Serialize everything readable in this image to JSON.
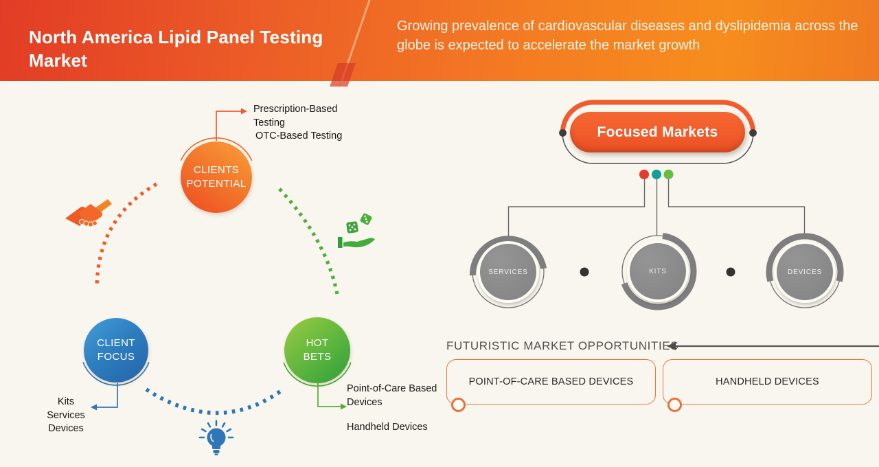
{
  "header": {
    "title": "North America Lipid Panel Testing Market",
    "subtitle": "Growing prevalence of cardiovascular diseases and dyslipidemia across the globe is expected to accelerate the market growth"
  },
  "left_diagram": {
    "clients_potential": {
      "label": "CLIENTS\nPOTENTIAL",
      "items": [
        "Prescription-Based Testing",
        "OTC-Based Testing"
      ]
    },
    "client_focus": {
      "label": "CLIENT\nFOCUS",
      "items": [
        "Kits",
        "Services",
        "Devices"
      ]
    },
    "hot_bets": {
      "label": "HOT\nBETS",
      "items": [
        "Point-of-Care Based Devices",
        "Handheld Devices"
      ]
    },
    "icons": [
      "handshake-icon",
      "dice-in-hand-icon",
      "lightbulb-icon"
    ]
  },
  "focused_markets": {
    "title": "Focused Markets",
    "segments": [
      {
        "label": "SERVICES"
      },
      {
        "label": "KITS"
      },
      {
        "label": "DEVICES"
      }
    ],
    "dot_colors": [
      "#e63a2e",
      "#12a09a",
      "#65bf3f"
    ]
  },
  "futuristic": {
    "title": "FUTURISTIC MARKET OPPORTUNITIES",
    "boxes": [
      "POINT-OF-CARE BASED DEVICES",
      "HANDHELD DEVICES"
    ]
  },
  "colors": {
    "header_gradient_left": "#e23c26",
    "header_gradient_right": "#f68d1e",
    "background": "#f8f6ee",
    "orange_accent": "#f15a29",
    "blue_accent": "#2e75b6",
    "green_accent": "#4fae3b",
    "gray_circle": "#8a8a8a",
    "pill_fill": "#f15b2d",
    "box_border": "#e8763c"
  }
}
